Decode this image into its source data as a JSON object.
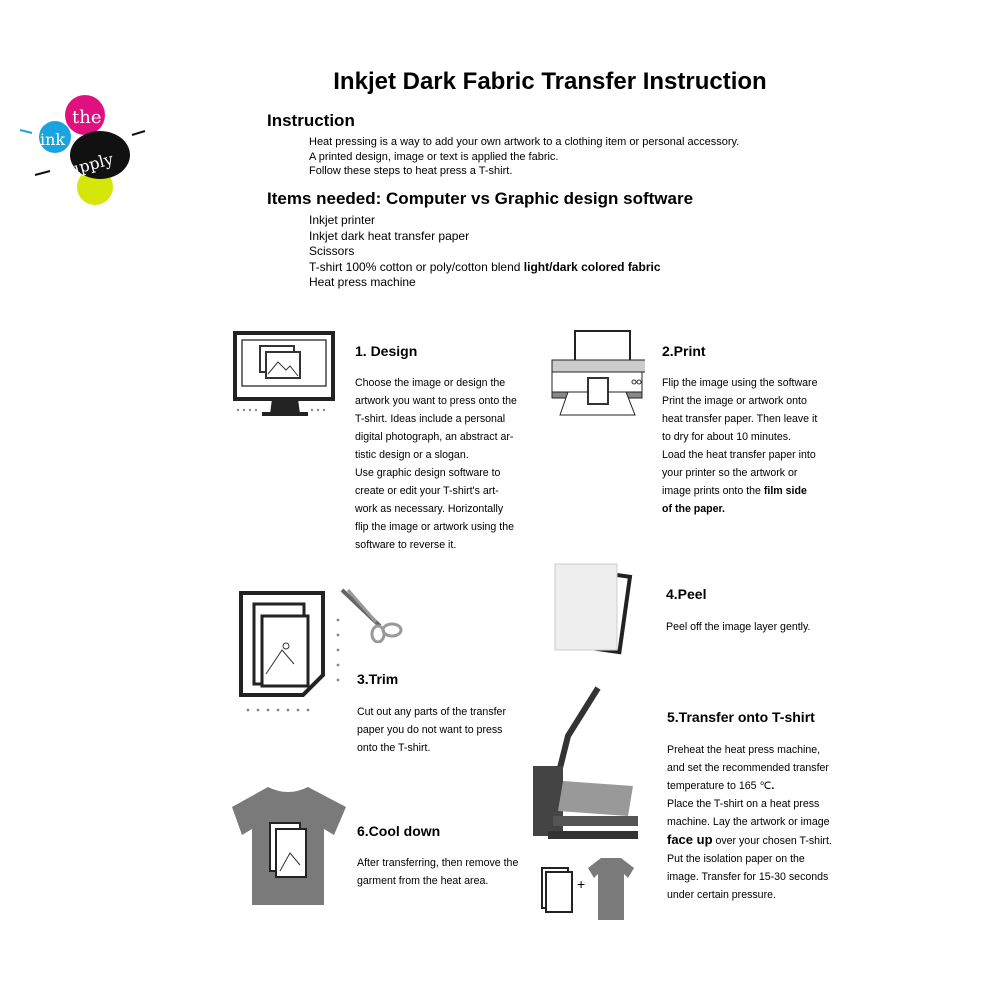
{
  "logo": {
    "words": [
      "the",
      "ink",
      "supply"
    ]
  },
  "title": "Inkjet Dark Fabric Transfer Instruction",
  "instruction": {
    "heading": "Instruction",
    "lines": [
      "Heat pressing is a way to add your own artwork to a clothing item or personal accessory.",
      "A printed design, image or text is applied the fabric.",
      "Follow these steps to heat press a T-shirt."
    ]
  },
  "items_needed": {
    "heading": "Items needed: Computer vs Graphic design software",
    "items": [
      "Inkjet printer",
      "Inkjet dark heat transfer paper",
      "Scissors",
      "T-shirt 100% cotton or poly/cotton blend ",
      "Heat press machine"
    ],
    "item4_bold": "light/dark colored fabric"
  },
  "steps": {
    "design": {
      "title": "1. Design",
      "lines": [
        [
          [
            "Choose the image or design the",
            0
          ]
        ],
        [
          [
            "artwork you want to press onto the",
            0
          ]
        ],
        [
          [
            "T-shirt. Ideas include a personal",
            0
          ]
        ],
        [
          [
            "digital photograph, an abstract ar-",
            0
          ]
        ],
        [
          [
            "tistic design or a slogan.",
            0
          ]
        ],
        [
          [
            "Use graphic design software to",
            0
          ]
        ],
        [
          [
            "create or edit your T-shirt's art-",
            0
          ]
        ],
        [
          [
            "work as necessary. Horizontally",
            0
          ]
        ],
        [
          [
            "flip the image or artwork using the",
            0
          ]
        ],
        [
          [
            "software to reverse it.",
            0
          ]
        ]
      ]
    },
    "print": {
      "title": "2.Print",
      "lines": [
        [
          [
            "Flip the image using the software",
            0
          ]
        ],
        [
          [
            "Print the image or artwork onto",
            0
          ]
        ],
        [
          [
            "heat transfer paper. Then leave it",
            0
          ]
        ],
        [
          [
            "to dry for about 10 minutes.",
            0
          ]
        ],
        [
          [
            "Load the heat transfer paper into",
            0
          ]
        ],
        [
          [
            "your printer so the artwork or",
            0
          ]
        ],
        [
          [
            "image prints onto the ",
            0
          ],
          [
            "film side",
            1
          ]
        ],
        [
          [
            "of the paper.",
            1
          ]
        ]
      ]
    },
    "trim": {
      "title": "3.Trim",
      "lines": [
        [
          [
            "Cut out any parts of the transfer",
            0
          ]
        ],
        [
          [
            "paper you do not want to press",
            0
          ]
        ],
        [
          [
            "onto the T-shirt.",
            0
          ]
        ]
      ]
    },
    "peel": {
      "title": "4.Peel",
      "lines": [
        [
          [
            "Peel off the image layer gently.",
            0
          ]
        ]
      ]
    },
    "transfer": {
      "title": "5.Transfer onto T-shirt",
      "lines": [
        [
          [
            "Preheat the heat press machine,",
            0
          ]
        ],
        [
          [
            "and set the recommended transfer",
            0
          ]
        ],
        [
          [
            "temperature to 165 ℃",
            0
          ],
          [
            ".",
            1
          ]
        ],
        [
          [
            "Place the T-shirt on a heat press",
            0
          ]
        ],
        [
          [
            "machine. Lay the artwork or image",
            0
          ]
        ],
        [
          [
            "face up",
            2
          ],
          [
            " over your chosen T-shirt.",
            0
          ]
        ],
        [
          [
            "Put the isolation paper on the",
            0
          ]
        ],
        [
          [
            "image. Transfer for 15-30 seconds",
            0
          ]
        ],
        [
          [
            "under certain pressure.",
            0
          ]
        ]
      ],
      "plus": "+"
    },
    "cool": {
      "title": "6.Cool down",
      "lines": [
        [
          [
            "After transferring, then remove the",
            0
          ]
        ],
        [
          [
            "garment from the heat area.",
            0
          ]
        ]
      ]
    }
  },
  "colors": {
    "cyan": "#1ba3e0",
    "magenta": "#e0117f",
    "yellow": "#d4e60a",
    "shirt": "#7a7a7a"
  }
}
